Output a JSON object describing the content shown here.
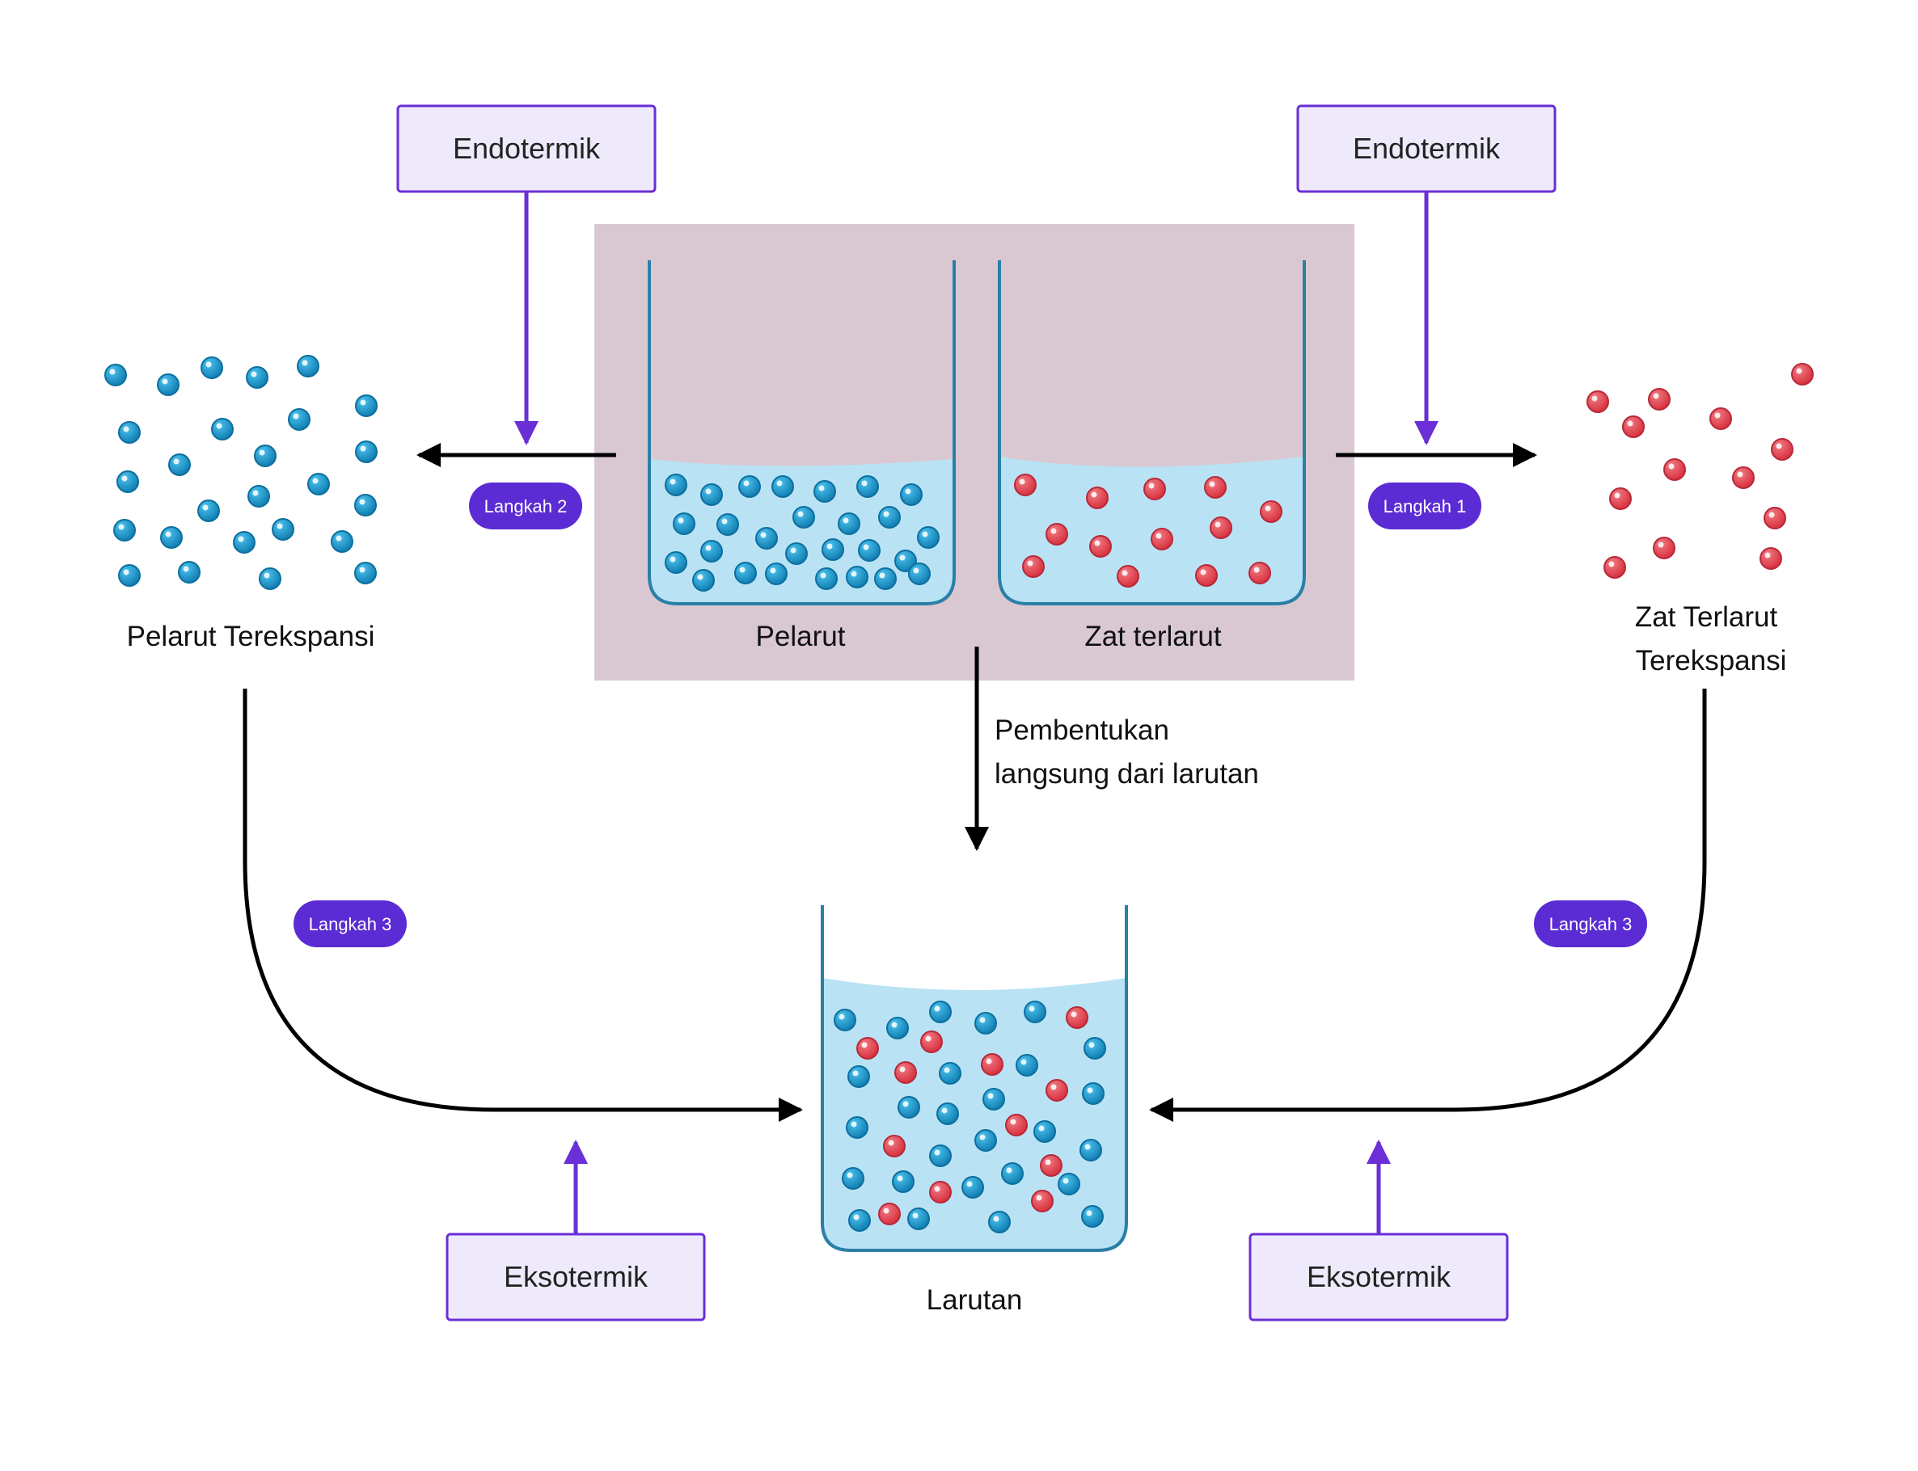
{
  "boxes": {
    "endo_left": "Endotermik",
    "endo_right": "Endotermik",
    "exo_left": "Eksotermik",
    "exo_right": "Eksotermik"
  },
  "steps": {
    "step2": "Langkah 2",
    "step1": "Langkah 1",
    "step3_left": "Langkah 3",
    "step3_right": "Langkah 3"
  },
  "labels": {
    "expanded_solvent": "Pelarut Terekspansi",
    "solvent": "Pelarut",
    "solute": "Zat terlarut",
    "expanded_solute_line1": "Zat Terlarut",
    "expanded_solute_line2": "Terekspansi",
    "direct_line1": "Pembentukan",
    "direct_line2": "langsung dari larutan",
    "solution": "Larutan"
  },
  "colors": {
    "solvent_particle": "#1f9fd3",
    "solute_particle": "#e8505b",
    "liquid": "#b9e3f5",
    "beaker_outline": "#2b7fa7",
    "panel_bg": "#d9c8d2",
    "accent_purple": "#6a2fd6",
    "box_fill": "#efeafb"
  }
}
